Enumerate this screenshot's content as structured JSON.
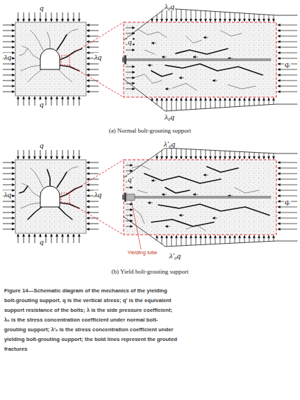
{
  "diagram": {
    "caption": "Figure 14—Schematic diagram of the mechanics of the yielding bolt-grouting support. q is the vertical stress; q′ is the equivalent support resistance of the bolts; λ is the side pressure coefficient; λ₀ is the stress concentration coefficient under normal bolt-grouting support; λ′₀ is the stress concentration coefficient under yielding bolt-grouting support; the bold lines represent the grouted fractures",
    "labels": [
      "q",
      "λq",
      "λq",
      "q",
      "λ₀q",
      "q",
      "qᵣ",
      "λ₀q",
      "(a) Normal bolt-grouting support",
      "q",
      "λq",
      "λq",
      "q",
      "λ′₀q",
      "q′",
      "qᵣ",
      "Yielding tube",
      "λ′₀q",
      "(b) Yield bolt-grouting support"
    ]
  }
}
